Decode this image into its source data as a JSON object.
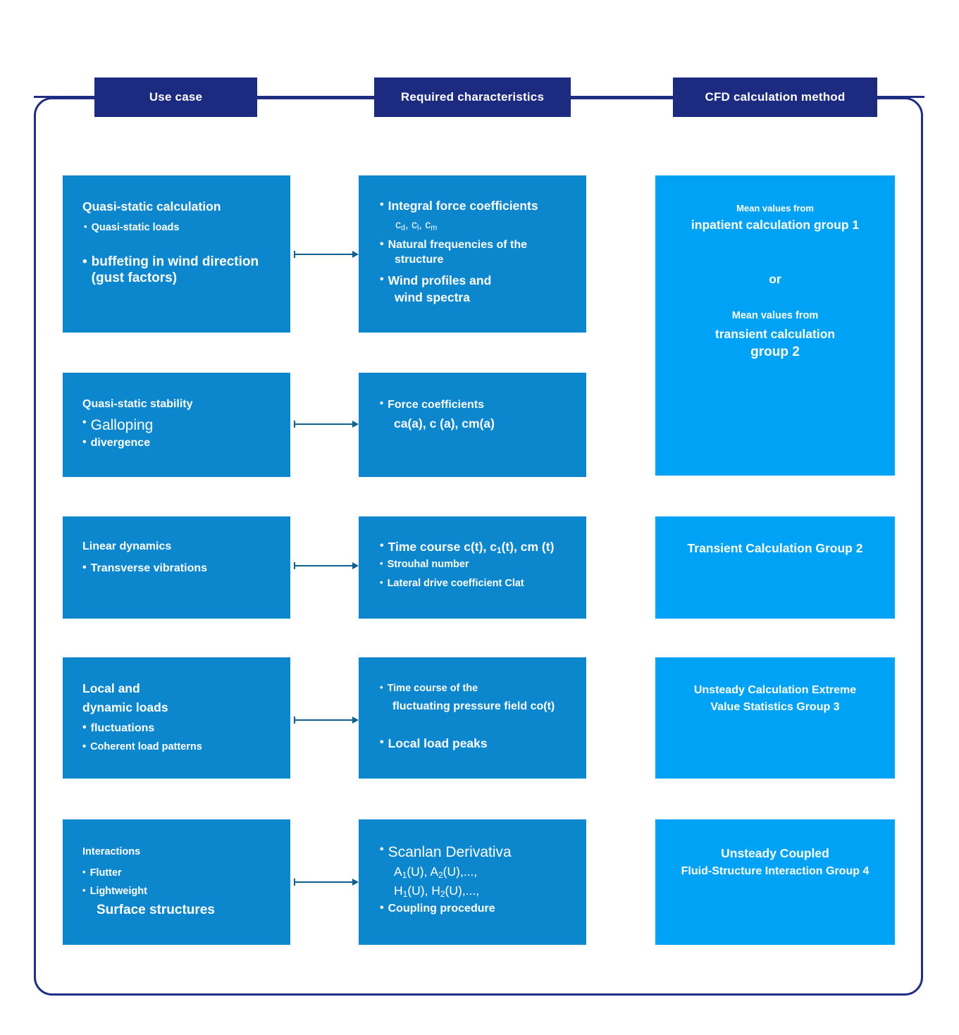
{
  "diagram": {
    "title_row": [
      {
        "label": "Use case"
      },
      {
        "label": "Required characteristics"
      },
      {
        "label": "CFD calculation method"
      }
    ],
    "rows": [
      {
        "use_case": {
          "heading": "Quasi-static calculation",
          "bullets": [
            "Quasi-static loads",
            "buffeting in wind direction (gust factors)"
          ]
        },
        "characteristics": {
          "b1": "Integral force coefficients",
          "b1_sub": "c",
          "b1_sub_d": "d",
          "b1_sub_l": "l",
          "b1_sub_m": "m",
          "b2_line1": "Natural frequencies of the",
          "b2_line2": "structure",
          "b3_line1": "Wind profiles and",
          "b3_line2": "wind spectra"
        },
        "method": {
          "l1": "Mean values from",
          "l2": "inpatient calculation group 1",
          "l3": "or",
          "l4": "Mean values from",
          "l5": "transient calculation",
          "l6": "group 2"
        }
      },
      {
        "use_case": {
          "heading": "Quasi-static stability",
          "bullets": [
            "Galloping",
            "divergence"
          ]
        },
        "characteristics": {
          "b1": "Force coefficients",
          "b1_line2": "ca(a), c (a), cm(a)"
        }
      },
      {
        "use_case": {
          "heading": "Linear dynamics",
          "bullets": [
            "Transverse vibrations"
          ]
        },
        "characteristics": {
          "b1_pre": "Time course c(t), c",
          "b1_sub": "1",
          "b1_post": "(t), cm (t)",
          "b2": "Strouhal number",
          "b3": "Lateral drive coefficient Clat"
        },
        "method": {
          "l1": "Transient Calculation Group 2"
        }
      },
      {
        "use_case": {
          "heading_line1": "Local and",
          "heading_line2": "dynamic loads",
          "bullets": [
            "fluctuations",
            "Coherent load patterns"
          ]
        },
        "characteristics": {
          "b1_line1": "Time course of the",
          "b1_line2": "fluctuating pressure field co(t)",
          "b2": "Local load peaks"
        },
        "method": {
          "l1": "Unsteady Calculation Extreme",
          "l2": "Value Statistics Group 3"
        }
      },
      {
        "use_case": {
          "heading": "Interactions",
          "bullets": [
            "Flutter",
            "Lightweight"
          ],
          "extra": "Surface structures"
        },
        "characteristics": {
          "b1": "Scanlan Derivativa",
          "b1_line2_pre": "A",
          "b1_line2_s1": "1",
          "b1_line2_mid": "(U), A",
          "b1_line2_s2": "2",
          "b1_line2_post": "(U),...,",
          "b1_line3_pre": "H",
          "b1_line3_s1": "1",
          "b1_line3_mid": "(U), H",
          "b1_line3_s2": "2",
          "b1_line3_post": "(U),...,",
          "b2": "Coupling procedure"
        },
        "method": {
          "l1": "Unsteady Coupled",
          "l2": "Fluid-Structure Interaction Group 4"
        }
      }
    ],
    "colors": {
      "frame": "#1f2d82",
      "header": "#1c2a80",
      "column_ab": "#0c86cc",
      "column_c": "#00a2f5",
      "arrow": "#10608f",
      "text": "#ffffff"
    },
    "bullet_glyph": "•"
  }
}
